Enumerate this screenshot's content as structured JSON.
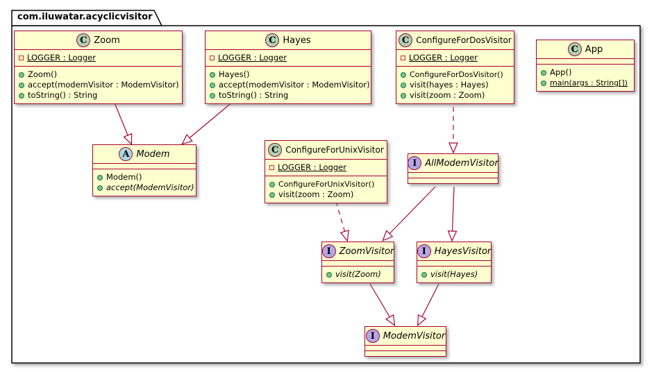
{
  "package": {
    "title": "com.iluwatar.acyclicvisitor"
  },
  "colors": {
    "box_fill": "#FEFECE",
    "box_border": "#A80036",
    "class_circle": "#ADD1B2",
    "abstract_circle": "#A9DCDF",
    "interface_circle": "#B4A7E5",
    "public_dot": "#84BE84",
    "private_square": "#C82930",
    "package_border": "#000000"
  },
  "classes": [
    {
      "stereotype": "C",
      "kind": "class",
      "name": "Zoom",
      "fields": [
        {
          "text": "LOGGER : Logger",
          "visibility": "private",
          "static": true
        }
      ],
      "methods": [
        {
          "text": "Zoom()"
        },
        {
          "text": "accept(modemVisitor : ModemVisitor)"
        },
        {
          "text": "toString() : String"
        }
      ]
    },
    {
      "stereotype": "C",
      "kind": "class",
      "name": "Hayes",
      "fields": [
        {
          "text": "LOGGER : Logger",
          "visibility": "private",
          "static": true
        }
      ],
      "methods": [
        {
          "text": "Hayes()"
        },
        {
          "text": "accept(modemVisitor : ModemVisitor)"
        },
        {
          "text": "toString() : String"
        }
      ]
    },
    {
      "stereotype": "C",
      "kind": "class",
      "name": "ConfigureForDosVisitor",
      "fields": [
        {
          "text": "LOGGER : Logger",
          "visibility": "private",
          "static": true
        }
      ],
      "methods": [
        {
          "text": "ConfigureForDosVisitor()"
        },
        {
          "text": "visit(hayes : Hayes)"
        },
        {
          "text": "visit(zoom : Zoom)"
        }
      ]
    },
    {
      "stereotype": "C",
      "kind": "class",
      "name": "App",
      "fields": [],
      "methods": [
        {
          "text": "App()"
        },
        {
          "text": "main(args : String[])",
          "static": true
        }
      ]
    },
    {
      "stereotype": "A",
      "kind": "abstract",
      "name": "Modem",
      "fields": [],
      "methods": [
        {
          "text": "Modem()"
        },
        {
          "text": "accept(ModemVisitor)",
          "abstract": true
        }
      ]
    },
    {
      "stereotype": "C",
      "kind": "class",
      "name": "ConfigureForUnixVisitor",
      "fields": [
        {
          "text": "LOGGER : Logger",
          "visibility": "private",
          "static": true
        }
      ],
      "methods": [
        {
          "text": "ConfigureForUnixVisitor()"
        },
        {
          "text": "visit(zoom : Zoom)"
        }
      ]
    },
    {
      "stereotype": "I",
      "kind": "interface",
      "name": "AllModemVisitor",
      "fields": [],
      "methods": []
    },
    {
      "stereotype": "I",
      "kind": "interface",
      "name": "ZoomVisitor",
      "fields": [],
      "methods": [
        {
          "text": "visit(Zoom)",
          "abstract": true
        }
      ]
    },
    {
      "stereotype": "I",
      "kind": "interface",
      "name": "HayesVisitor",
      "fields": [],
      "methods": [
        {
          "text": "visit(Hayes)",
          "abstract": true
        }
      ]
    },
    {
      "stereotype": "I",
      "kind": "interface",
      "name": "ModemVisitor",
      "fields": [],
      "methods": []
    }
  ],
  "relationships": [
    {
      "from": "Zoom",
      "to": "Modem",
      "type": "extends",
      "line": "solid"
    },
    {
      "from": "Hayes",
      "to": "Modem",
      "type": "extends",
      "line": "solid"
    },
    {
      "from": "ConfigureForDosVisitor",
      "to": "AllModemVisitor",
      "type": "implements",
      "line": "dashed"
    },
    {
      "from": "ConfigureForUnixVisitor",
      "to": "ZoomVisitor",
      "type": "implements",
      "line": "dashed"
    },
    {
      "from": "AllModemVisitor",
      "to": "ZoomVisitor",
      "type": "extends",
      "line": "solid"
    },
    {
      "from": "AllModemVisitor",
      "to": "HayesVisitor",
      "type": "extends",
      "line": "solid"
    },
    {
      "from": "ZoomVisitor",
      "to": "ModemVisitor",
      "type": "extends",
      "line": "solid"
    },
    {
      "from": "HayesVisitor",
      "to": "ModemVisitor",
      "type": "extends",
      "line": "solid"
    }
  ]
}
